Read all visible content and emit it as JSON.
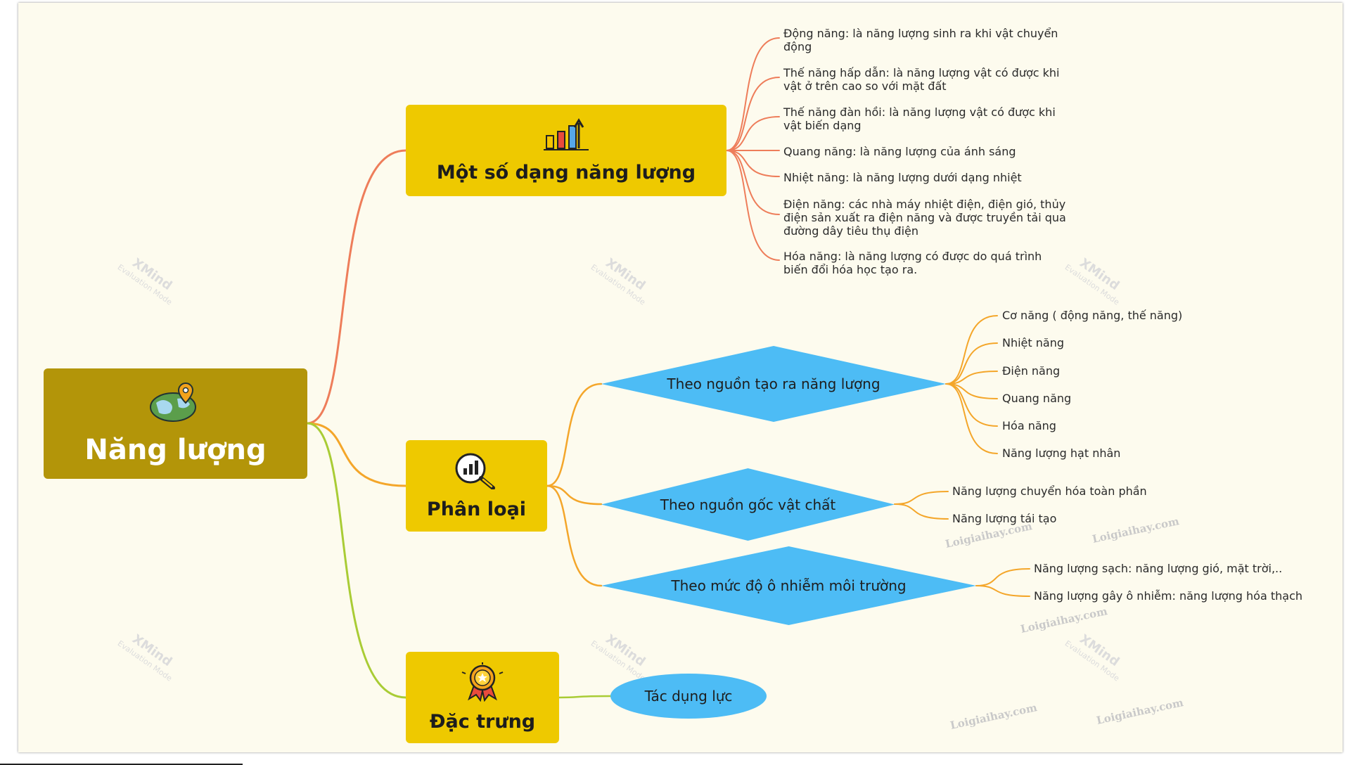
{
  "colors": {
    "root": "#b39509",
    "main": "#eec900",
    "shape": "#4dbcf5",
    "link_forms": "#ee7d5a",
    "link_types": "#f4a62a",
    "link_features": "#a9cc35"
  },
  "root": {
    "label": "Năng lượng",
    "icon": "globe-pin-icon"
  },
  "branches": {
    "forms": {
      "label": "Một số dạng năng lượng",
      "icon": "bar-chart-icon",
      "leaves": [
        "Động năng: là năng lượng sinh ra khi vật chuyển động",
        "Thế năng hấp dẫn: là năng lượng vật có được khi vật ở trên cao so với mặt đất",
        "Thế năng đàn hồi: là năng lượng vật có được khi vật biến dạng",
        "Quang năng: là năng lượng của ánh sáng",
        "Nhiệt năng: là năng lượng dưới dạng nhiệt",
        "Điện năng: các nhà máy nhiệt điện, điện gió, thủy điện sản xuất ra điện năng và được truyền tải qua đường dây tiêu thụ điện",
        "Hóa năng: là năng lượng có được do quá trình biến đổi hóa học tạo ra."
      ]
    },
    "types": {
      "label": "Phân loại",
      "icon": "magnifier-chart-icon",
      "groups": [
        {
          "label": "Theo nguồn tạo ra năng lượng",
          "leaves": [
            "Cơ năng ( động năng, thế năng)",
            "Nhiệt năng",
            "Điện năng",
            "Quang năng",
            "Hóa năng",
            "Năng lượng hạt nhân"
          ]
        },
        {
          "label": "Theo nguồn gốc vật chất",
          "leaves": [
            "Năng lượng chuyển hóa toàn phần",
            "Năng lượng tái tạo"
          ]
        },
        {
          "label": "Theo mức độ ô nhiễm môi trường",
          "leaves": [
            "Năng lượng sạch: năng lượng gió, mặt trời,..",
            "Năng lượng gây ô nhiễm: năng lượng hóa thạch"
          ]
        }
      ]
    },
    "features": {
      "label": "Đặc trưng",
      "icon": "award-medal-icon",
      "child": "Tác dụng lực"
    }
  },
  "watermarks": {
    "site": "Loigiaihay.com",
    "app": "XMind",
    "mode": "Evaluation Mode"
  }
}
